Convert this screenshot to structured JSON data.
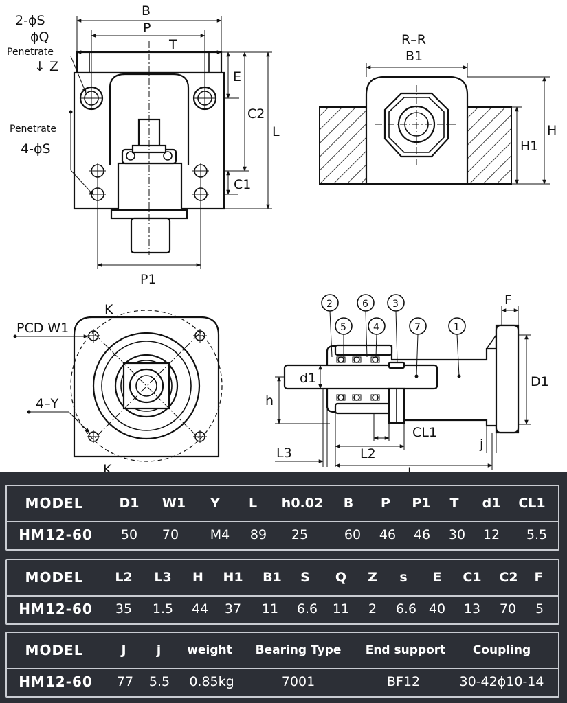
{
  "labels": {
    "top_view": {
      "S2": "2-ϕS",
      "Q": "ϕQ",
      "penetrate_top": "Penetrate",
      "Z": "↓ Z",
      "penetrate_left": "Penetrate",
      "S4": "4-ϕS",
      "B": "B",
      "P": "P",
      "T": "T",
      "E": "E",
      "C2": "C2",
      "L": "L",
      "C1": "C1",
      "P1": "P1"
    },
    "section_view": {
      "RR": "R–R",
      "B1": "B1",
      "H": "H",
      "H1": "H1"
    },
    "front_view": {
      "K_top": "K",
      "K_bottom": "K",
      "PCD": "PCD W1",
      "Y": "4–Y"
    },
    "assembly_view": {
      "n1": "1",
      "n2": "2",
      "n3": "3",
      "n4": "4",
      "n5": "5",
      "n6": "6",
      "n7": "7",
      "F": "F",
      "D1": "D1",
      "d1": "d1",
      "h": "h",
      "CL1": "CL1",
      "j": "j",
      "L2": "L2",
      "L3": "L3",
      "J": "J"
    }
  },
  "tables": [
    {
      "headers": [
        "MODEL",
        "D1",
        "W1",
        "Y",
        "L",
        "h0.02",
        "B",
        "P",
        "P1",
        "T",
        "d1",
        "CL1"
      ],
      "values": [
        "HM12-60",
        "50",
        "70",
        "M4",
        "89",
        "25",
        "60",
        "46",
        "46",
        "30",
        "12",
        "5.5"
      ]
    },
    {
      "headers": [
        "MODEL",
        "L2",
        "L3",
        "H",
        "H1",
        "B1",
        "S",
        "Q",
        "Z",
        "s",
        "E",
        "C1",
        "C2",
        "F"
      ],
      "values": [
        "HM12-60",
        "35",
        "1.5",
        "44",
        "37",
        "11",
        "6.6",
        "11",
        "2",
        "6.6",
        "40",
        "13",
        "70",
        "5"
      ]
    },
    {
      "headers": [
        "MODEL",
        "J",
        "j",
        "weight",
        "Bearing Type",
        "End support",
        "Coupling"
      ],
      "values": [
        "HM12-60",
        "77",
        "5.5",
        "0.85kg",
        "7001",
        "BF12",
        "30-42ϕ10-14"
      ]
    }
  ]
}
